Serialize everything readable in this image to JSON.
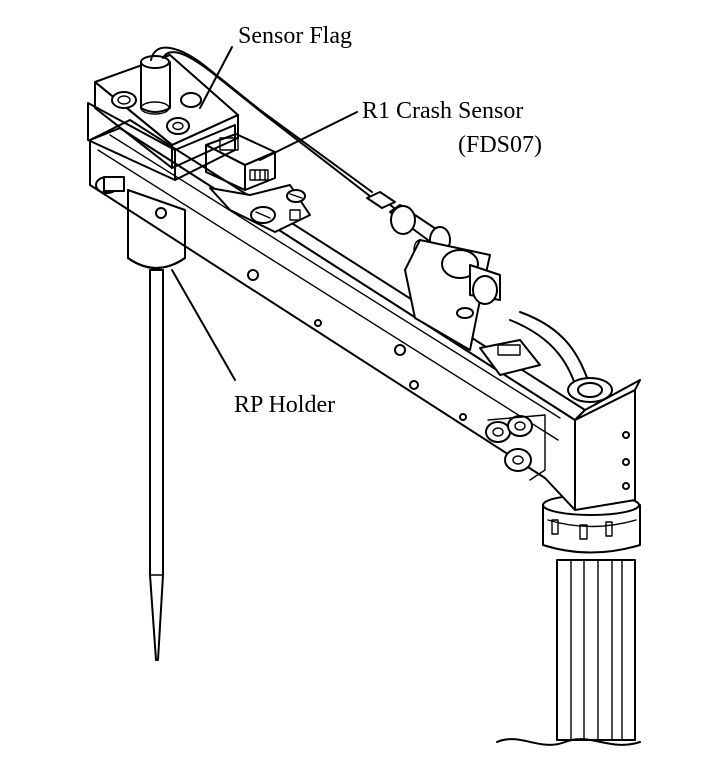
{
  "labels": {
    "sensor_flag": "Sensor Flag",
    "crash_sensor_line1": "R1 Crash Sensor",
    "crash_sensor_line2": "(FDS07)",
    "rp_holder": "RP Holder"
  },
  "colors": {
    "sensor_flag": "#8F9DC6",
    "crash_sensor": "#BCDC7C",
    "rp_holder": "#C9E3F1",
    "outline": "#000000"
  }
}
